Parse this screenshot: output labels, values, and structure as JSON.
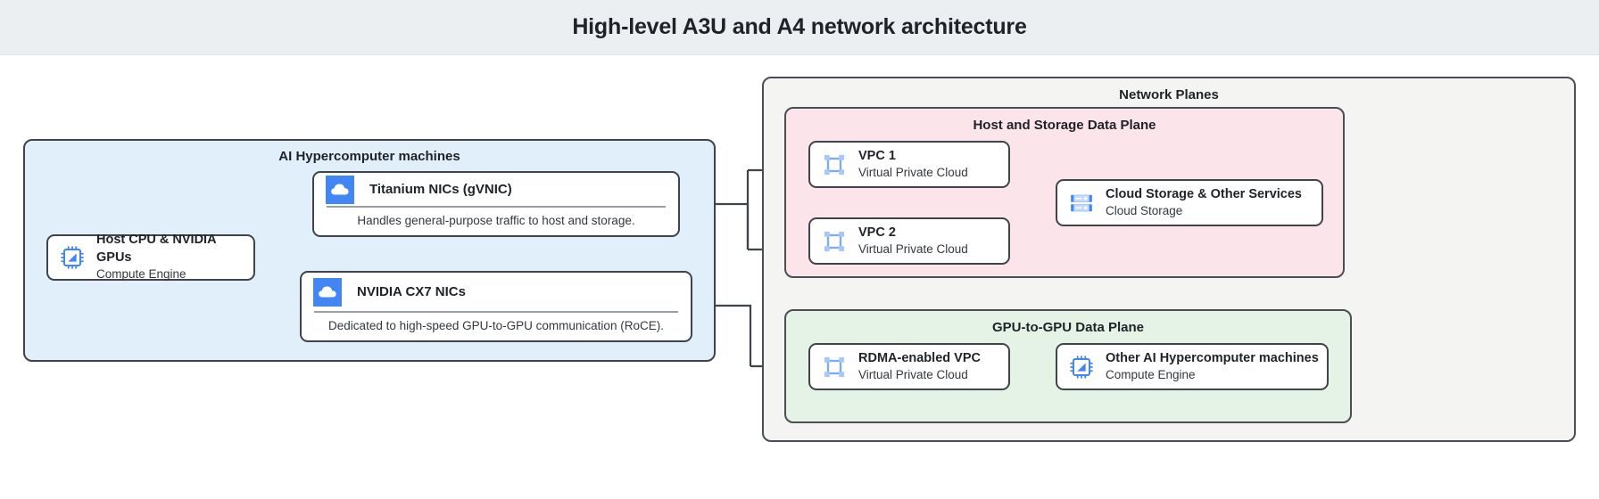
{
  "header": {
    "title": "High-level A3U and A4 network architecture"
  },
  "groups": {
    "ai_machines": {
      "title": "AI Hypercomputer machines"
    },
    "network_planes": {
      "title": "Network Planes"
    },
    "host_storage_plane": {
      "title": "Host and Storage Data Plane"
    },
    "gpu_plane": {
      "title": "GPU-to-GPU Data Plane"
    }
  },
  "nodes": {
    "host_cpu": {
      "title": "Host CPU & NVIDIA GPUs",
      "subtitle": "Compute Engine",
      "icon": "cpu-chip-icon"
    },
    "titanium_nics": {
      "title": "Titanium NICs (gVNIC)",
      "caption": "Handles general-purpose traffic to host and storage.",
      "icon": "cloud-icon"
    },
    "cx7_nics": {
      "title": "NVIDIA CX7 NICs",
      "caption": "Dedicated to high-speed GPU-to-GPU communication (RoCE).",
      "icon": "cloud-icon"
    },
    "vpc1": {
      "title": "VPC 1",
      "subtitle": "Virtual Private Cloud",
      "icon": "vpc-icon"
    },
    "vpc2": {
      "title": "VPC 2",
      "subtitle": "Virtual Private Cloud",
      "icon": "vpc-icon"
    },
    "cloud_storage": {
      "title": "Cloud Storage & Other Services",
      "subtitle": "Cloud Storage",
      "icon": "cloud-storage-icon"
    },
    "rdma_vpc": {
      "title": "RDMA-enabled VPC",
      "subtitle": "Virtual Private Cloud",
      "icon": "vpc-icon"
    },
    "other_machines": {
      "title": "Other AI Hypercomputer machines",
      "subtitle": "Compute Engine",
      "icon": "cpu-chip-icon"
    }
  },
  "colors": {
    "header_bg": "#eceff1",
    "ai_machines_bg": "#e1effb",
    "network_planes_bg": "#f4f4f3",
    "host_storage_bg": "#fbe4ea",
    "gpu_plane_bg": "#e4f3e6",
    "icon_blue": "#4285f4",
    "icon_light_blue": "#a8c7fa",
    "stroke": "#3f444a",
    "card_bg": "#ffffff"
  }
}
